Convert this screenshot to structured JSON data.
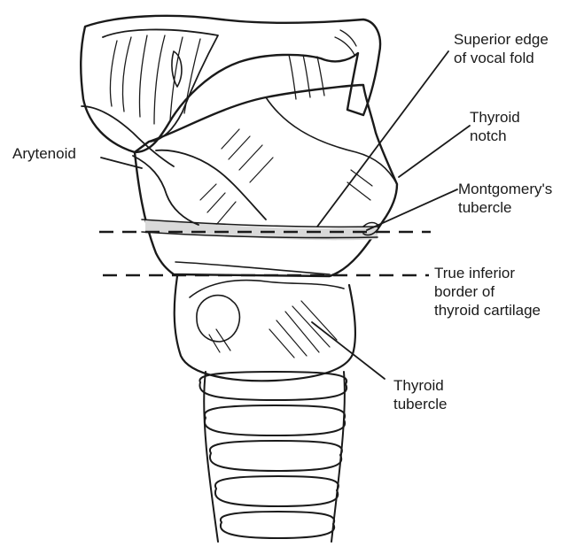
{
  "labels": {
    "arytenoid": "Arytenoid",
    "superior_edge": [
      "Superior edge",
      "of vocal fold"
    ],
    "thyroid_notch": [
      "Thyroid",
      "notch"
    ],
    "montgomery": [
      "Montgomery's",
      "tubercle"
    ],
    "true_inferior": [
      "True inferior",
      "border of",
      "thyroid cartilage"
    ],
    "thyroid_tubercle": [
      "Thyroid",
      "tubercle"
    ]
  },
  "colors": {
    "ink": "#1a1a1a",
    "shade": "#d9d9d9"
  }
}
